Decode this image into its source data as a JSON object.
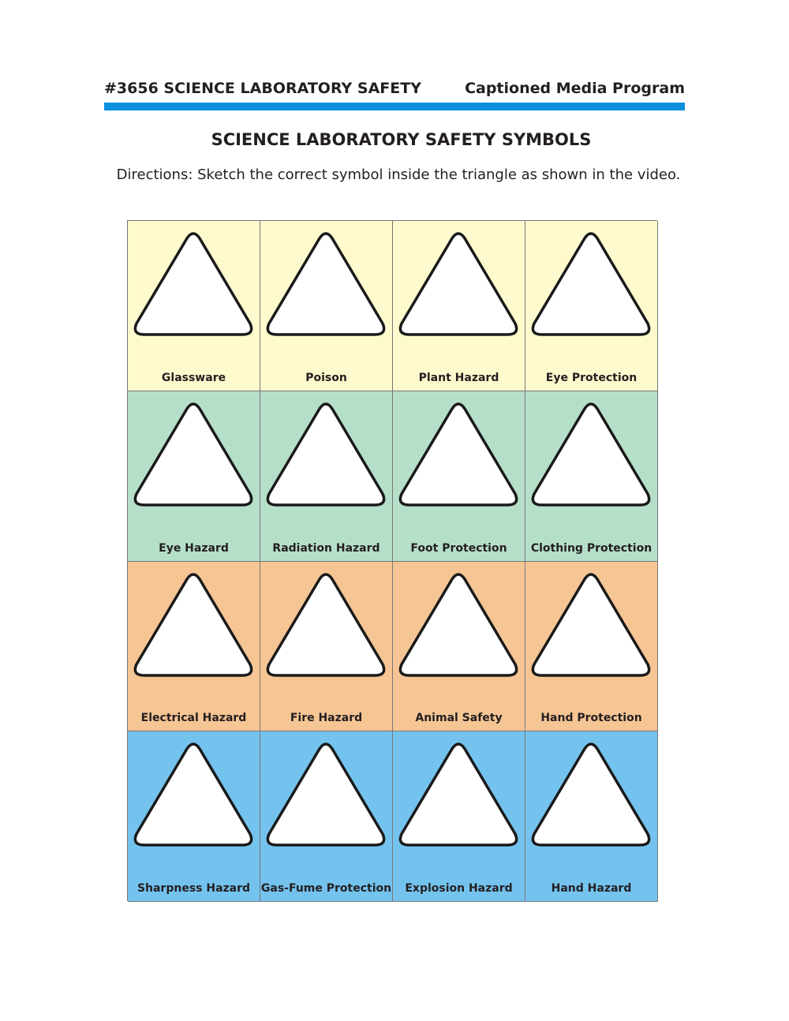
{
  "header": {
    "left": "#3656  SCIENCE LABORATORY SAFETY",
    "right": "Captioned Media Program",
    "rule_color": "#0a90dc"
  },
  "title": "SCIENCE LABORATORY SAFETY SYMBOLS",
  "directions": "Directions:  Sketch the correct symbol inside the triangle as shown in the video.",
  "grid": {
    "row_colors": [
      "#fffacd",
      "#b6dfc9",
      "#f6c594",
      "#74c3ef"
    ],
    "rows": [
      [
        "Glassware",
        "Poison",
        "Plant Hazard",
        "Eye Protection"
      ],
      [
        "Eye Hazard",
        "Radiation Hazard",
        "Foot Protection",
        "Clothing Protection"
      ],
      [
        "Electrical Hazard",
        "Fire Hazard",
        "Animal Safety",
        "Hand Protection"
      ],
      [
        "Sharpness Hazard",
        "Gas-Fume Protection",
        "Explosion Hazard",
        "Hand Hazard"
      ]
    ]
  }
}
